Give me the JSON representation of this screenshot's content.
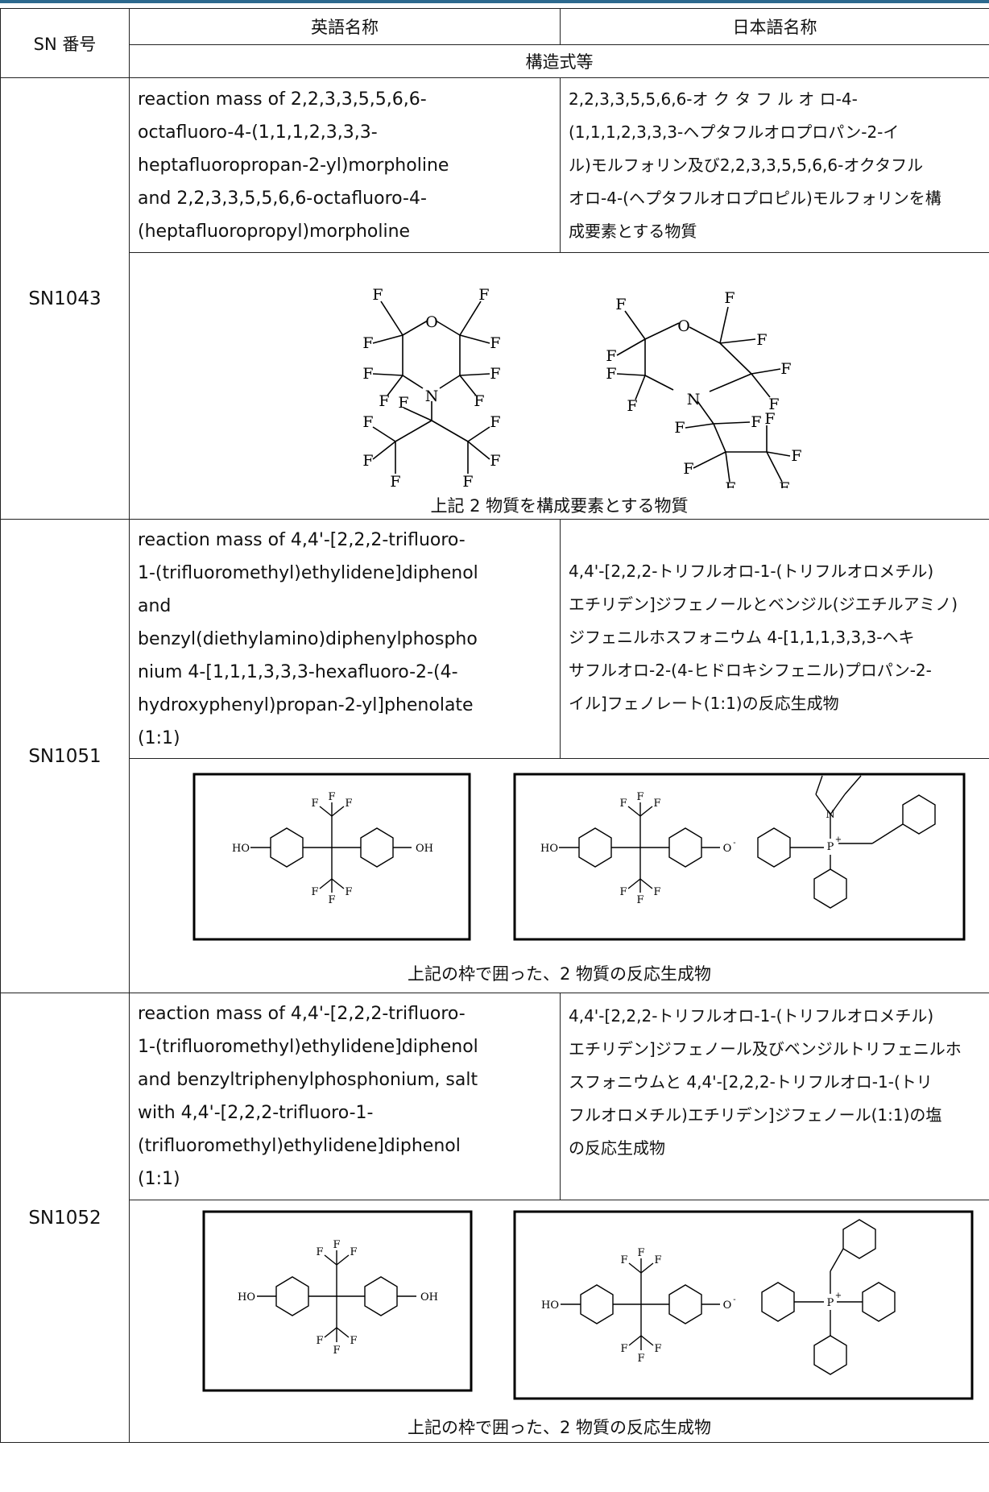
{
  "header": {
    "sn_label": "SN 番号",
    "english_label": "英語名称",
    "japanese_label": "日本語名称",
    "structure_label": "構造式等"
  },
  "rows": [
    {
      "sn": "SN1043",
      "english_lines": [
        "reaction mass of 2,2,3,3,5,5,6,6-",
        "octafluoro-4-(1,1,1,2,3,3,3-",
        "heptafluoropropan-2-yl)morpholine",
        "and 2,2,3,3,5,5,6,6-octafluoro-4-",
        "(heptafluoropropyl)morpholine"
      ],
      "japanese_lines": [
        "2,2,3,3,5,5,6,6-オ ク タ フ ル オ ロ-4-",
        "(1,1,1,2,3,3,3-ヘプタフルオロプロパン-2-イ",
        "ル)モルフォリン及び2,2,3,3,5,5,6,6-オクタフル",
        "オロ-4-(ヘプタフルオロプロピル)モルフォリンを構",
        "成要素とする物質"
      ],
      "caption": "上記 2 物質を構成要素とする物質"
    },
    {
      "sn": "SN1051",
      "english_lines": [
        "reaction mass of 4,4'-[2,2,2-trifluoro-",
        "1-(trifluoromethyl)ethylidene]diphenol",
        "and",
        "benzyl(diethylamino)diphenylphospho",
        "nium 4-[1,1,1,3,3,3-hexafluoro-2-(4-",
        "hydroxyphenyl)propan-2-yl]phenolate",
        "(1:1)"
      ],
      "japanese_lines": [
        "4,4'-[2,2,2-トリフルオロ-1-(トリフルオロメチル)",
        "エチリデン]ジフェノールとベンジル(ジエチルアミノ)",
        "ジフェニルホスフォニウム 4-[1,1,1,3,3,3-ヘキ",
        "サフルオロ-2-(4-ヒドロキシフェニル)プロパン-2-",
        "イル]フェノレート(1:1)の反応生成物"
      ],
      "caption": "上記の枠で囲った、2 物質の反応生成物"
    },
    {
      "sn": "SN1052",
      "english_lines": [
        "reaction mass of 4,4'-[2,2,2-trifluoro-",
        "1-(trifluoromethyl)ethylidene]diphenol",
        "and benzyltriphenylphosphonium, salt",
        "with 4,4'-[2,2,2-trifluoro-1-",
        "(trifluoromethyl)ethylidene]diphenol",
        "(1:1)"
      ],
      "japanese_lines": [
        "4,4'-[2,2,2-トリフルオロ-1-(トリフルオロメチル)",
        "エチリデン]ジフェノール及びベンジルトリフェニルホ",
        "スフォニウムと 4,4'-[2,2,2-トリフルオロ-1-(トリ",
        "フルオロメチル)エチリデン]ジフェノール(1:1)の塩",
        "の反応生成物"
      ],
      "caption": "上記の枠で囲った、2 物質の反応生成物"
    }
  ],
  "atoms": {
    "F": "F",
    "O": "O",
    "N": "N",
    "P": "P",
    "plus": "+",
    "minus": "-",
    "HO": "HO",
    "OH": "OH",
    "O_minus": "O"
  }
}
